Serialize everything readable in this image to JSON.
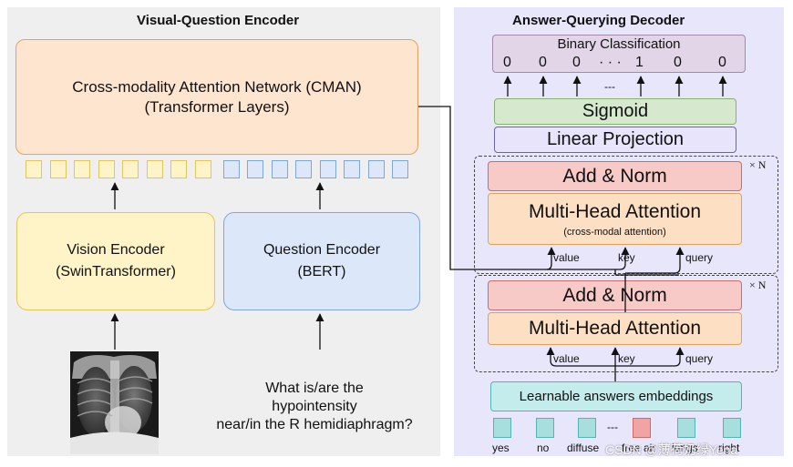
{
  "colors": {
    "left_bg": "#efefef",
    "right_bg": "#e8e6fb",
    "cman_fill": "#fde5cf",
    "cman_border": "#e5a15f",
    "vision_fill": "#fff3c8",
    "vision_border": "#e4c45c",
    "question_fill": "#dce8fa",
    "question_border": "#7ea6d7",
    "binary_fill": "#e3d5e8",
    "binary_border": "#a488ad",
    "sigmoid_fill": "#d6e9cf",
    "sigmoid_border": "#86b26f",
    "linear_fill": "#e8e4fb",
    "linear_border": "#6b63b3",
    "addnorm_fill": "#f7c9c7",
    "addnorm_border": "#cf6b66",
    "mha_fill": "#fde0c3",
    "mha_border": "#e0a15d",
    "embed_fill": "#c5ecec",
    "embed_border": "#56b3b3",
    "answer_tok_fill": "#a9dede",
    "answer_tok_highlight": "#f2a3a3"
  },
  "left_panel": {
    "title": "Visual-Question Encoder",
    "cman": {
      "line1": "Cross-modality Attention Network (CMAN)",
      "line2": "(Transformer Layers)"
    },
    "vision_encoder": {
      "line1": "Vision Encoder",
      "line2": "(SwinTransformer)"
    },
    "question_encoder": {
      "line1": "Question Encoder",
      "line2": "(BERT)"
    },
    "question_text": [
      "What is/are the",
      "hypointensity",
      "near/in the R hemidiaphragm?"
    ]
  },
  "right_panel": {
    "title": "Answer-Querying Decoder",
    "binary": {
      "title": "Binary Classification",
      "outputs": [
        "0",
        "0",
        "0",
        "· · ·",
        "1",
        "0",
        "0"
      ]
    },
    "ellipsis": "---",
    "sigmoid": "Sigmoid",
    "linear": "Linear Projection",
    "times_n": "× N",
    "upper_block": {
      "add_norm": "Add & Norm",
      "mha": "Multi-Head Attention",
      "mha_sub": "(cross-modal attention)",
      "inputs": [
        "value",
        "key",
        "query"
      ]
    },
    "lower_block": {
      "add_norm": "Add & Norm",
      "mha": "Multi-Head Attention",
      "inputs": [
        "value",
        "key",
        "query"
      ]
    },
    "embeddings": "Learnable answers embeddings",
    "answer_tokens": [
      "yes",
      "no",
      "diffuse",
      "---",
      "free air",
      "lungs",
      "right"
    ],
    "watermark": "CSDN @薄荷奶绿Yena"
  }
}
